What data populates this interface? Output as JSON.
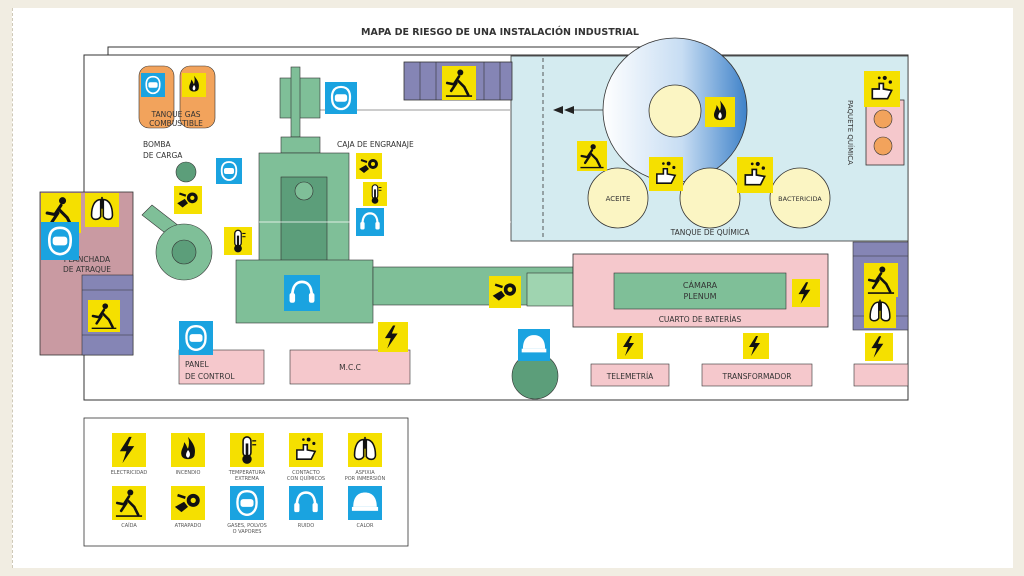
{
  "title": "MAPA DE RIESGO DE UNA INSTALACIÓN INDUSTRIAL",
  "labels": {
    "tanque_gas_1": "TANQUE GAS",
    "tanque_gas_2": "COMBUSTIBLE",
    "bomba_1": "BOMBA",
    "bomba_2": "DE CARGA",
    "caja": "CAJA DE ENGRANAJE",
    "planchada_1": "PLANCHADA",
    "planchada_2": "DE ATRAQUE",
    "aceite": "ACEITE",
    "bactericida": "BACTERICIDA",
    "tanque_quimica": "TANQUE DE QUÍMICA",
    "paquete_quimica": "PAQUETE QUÍMICA",
    "camara_1": "CÁMARA",
    "camara_2": "PLENUM",
    "cuarto_baterias": "CUARTO DE BATERÍAS",
    "panel_1": "PANEL",
    "panel_2": "DE CONTROL",
    "mcc": "M.C.C",
    "telemetria": "TELEMETRÍA",
    "transformador": "TRANSFORMADOR"
  },
  "legend": [
    {
      "icon": "electricidad-icon",
      "lines": [
        "ELECTRICIDAD",
        ""
      ]
    },
    {
      "icon": "incendio-icon",
      "lines": [
        "INCENDIO",
        ""
      ]
    },
    {
      "icon": "temperatura-icon",
      "lines": [
        "TEMPERATURA",
        "EXTREMA"
      ]
    },
    {
      "icon": "contacto-quimicos-icon",
      "lines": [
        "CONTACTO",
        "CON QUÍMICOS"
      ]
    },
    {
      "icon": "asfixia-icon",
      "lines": [
        "ASFIXIA",
        "POR INMERSIÓN"
      ]
    },
    {
      "icon": "caida-icon",
      "lines": [
        "CAÍDA",
        ""
      ]
    },
    {
      "icon": "atrapado-icon",
      "lines": [
        "ATRAPADO",
        ""
      ]
    },
    {
      "icon": "gases-icon",
      "lines": [
        "GASES, POLVOS",
        "O VAPORES"
      ]
    },
    {
      "icon": "ruido-icon",
      "lines": [
        "RUIDO",
        ""
      ]
    },
    {
      "icon": "calor-icon",
      "lines": [
        "CALOR",
        ""
      ]
    }
  ],
  "colors": {
    "yellow": "#f5e000",
    "cyan": "#1aa3e0",
    "green_machine": "#7fbf98",
    "pink": "#f5c8cc",
    "lilac": "#8585b5",
    "chem_area": "#d4ebf0"
  }
}
